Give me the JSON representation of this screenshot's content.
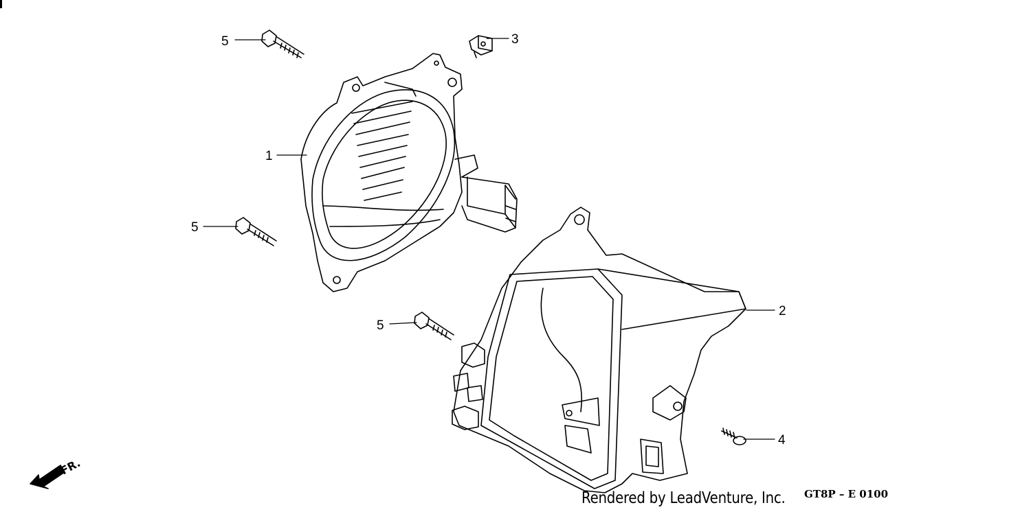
{
  "diagram": {
    "callouts": [
      {
        "id": "c1",
        "label": "1"
      },
      {
        "id": "c2",
        "label": "2"
      },
      {
        "id": "c3",
        "label": "3"
      },
      {
        "id": "c4",
        "label": "4"
      },
      {
        "id": "c5a",
        "label": "5"
      },
      {
        "id": "c5b",
        "label": "5"
      },
      {
        "id": "c5c",
        "label": "5"
      }
    ],
    "direction_label": "FR.",
    "credit": "Rendered by LeadVenture, Inc.",
    "code": "GT8P – E 0100"
  }
}
